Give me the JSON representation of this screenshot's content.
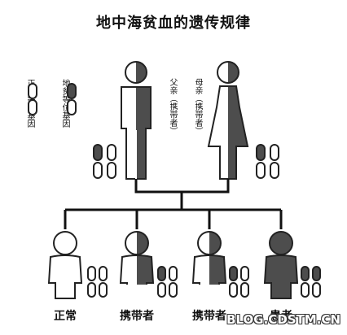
{
  "title": "地中海贫血的遗传规律",
  "legend": {
    "normal_gene": "正常等位基因",
    "thal_gene": "地贫等位基因"
  },
  "parents": {
    "father_label": "父亲（携带者）",
    "mother_label": "母亲（携带者）"
  },
  "children": [
    {
      "label": "正常",
      "status": "normal"
    },
    {
      "label": "携带者",
      "status": "carrier"
    },
    {
      "label": "携带者",
      "status": "carrier"
    },
    {
      "label": "患者",
      "status": "affected"
    }
  ],
  "watermark": "BLOG.CDSTM.CN",
  "colors": {
    "dark": "#4d4d4d",
    "outline": "#222222",
    "light": "#ffffff",
    "line": "#111111"
  }
}
